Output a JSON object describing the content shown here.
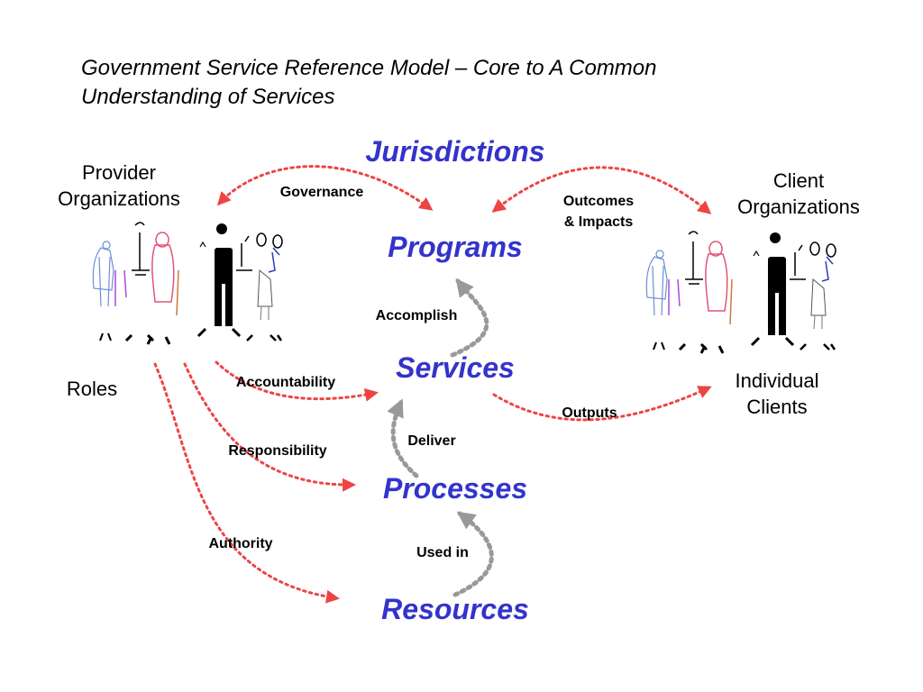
{
  "title": {
    "line1": "Government Service Reference Model – Core to A Common",
    "line2": "Understanding of Services"
  },
  "nodes": {
    "jurisdictions": "Jurisdictions",
    "programs": "Programs",
    "services": "Services",
    "processes": "Processes",
    "resources": "Resources"
  },
  "parties": {
    "provider": {
      "line1": "Provider",
      "line2": "Organizations"
    },
    "client": {
      "line1": "Client",
      "line2": "Organizations"
    },
    "roles": "Roles",
    "individual": {
      "line1": "Individual",
      "line2": "Clients"
    }
  },
  "relations": {
    "governance": "Governance",
    "outcomes": {
      "line1": "Outcomes",
      "line2": "& Impacts"
    },
    "accomplish": "Accomplish",
    "accountability": "Accountability",
    "outputs": "Outputs",
    "deliver": "Deliver",
    "responsibility": "Responsibility",
    "authority": "Authority",
    "used_in": "Used in"
  },
  "colors": {
    "node_text": "#3333cc",
    "red_arrow": "#ee4444",
    "gray_arrow": "#999999"
  },
  "icons": {
    "provider_group": "people-group-icon",
    "client_group": "people-group-icon"
  }
}
